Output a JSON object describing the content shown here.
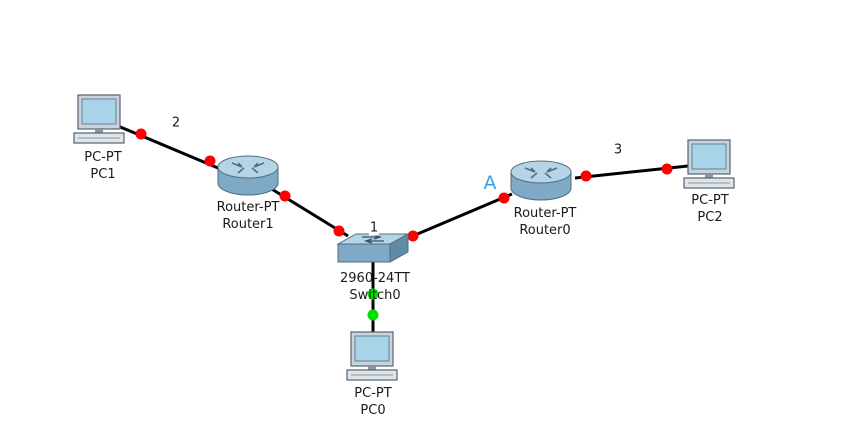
{
  "colors": {
    "link": "#000000",
    "port_down": "#ff0000",
    "port_up": "#00e000",
    "marker": "#3a9ee6"
  },
  "devices": {
    "pc1": {
      "type": "PC-PT",
      "name": "PC1",
      "icon": "pc-icon"
    },
    "router1": {
      "type": "Router-PT",
      "name": "Router1",
      "icon": "router-icon"
    },
    "switch0": {
      "type": "2960-24TT",
      "name": "Switch0",
      "icon": "switch-icon"
    },
    "router0": {
      "type": "Router-PT",
      "name": "Router0",
      "icon": "router-icon"
    },
    "pc2": {
      "type": "PC-PT",
      "name": "PC2",
      "icon": "pc-icon"
    },
    "pc0": {
      "type": "PC-PT",
      "name": "PC0",
      "icon": "pc-icon"
    }
  },
  "link_labels": {
    "pc1_router1": "2",
    "router1_switch0": "1",
    "router0_pc2": "3"
  },
  "annotations": {
    "marker_a": "A"
  }
}
